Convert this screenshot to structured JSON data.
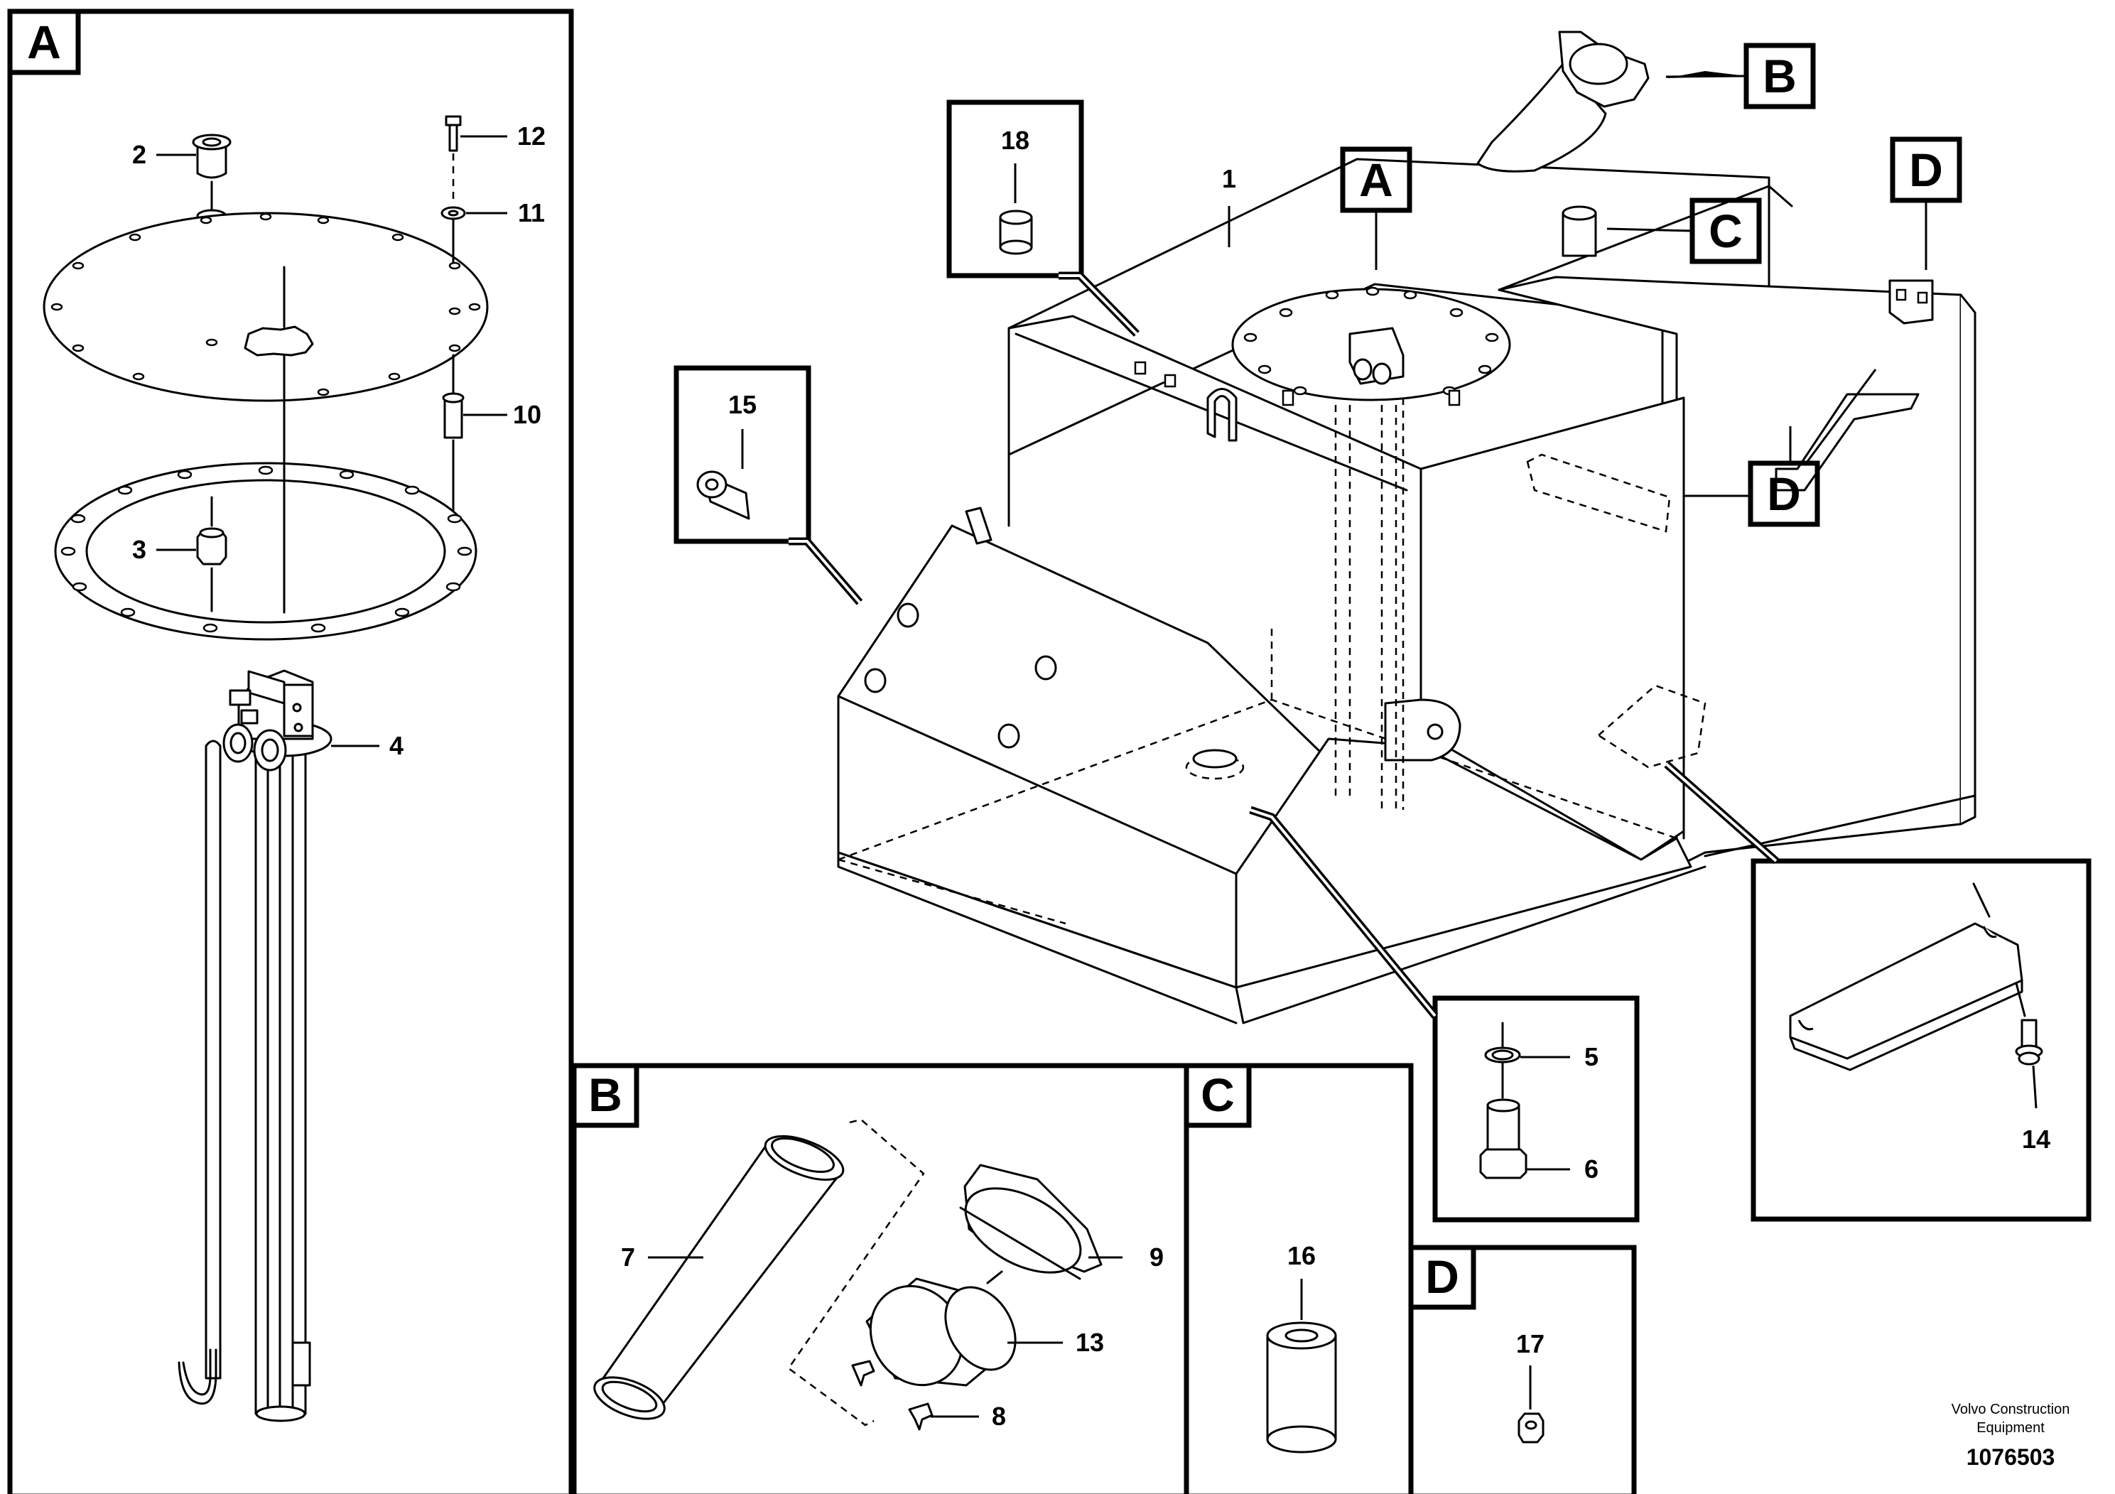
{
  "view_letters": {
    "A": "A",
    "B": "B",
    "C": "C",
    "D": "D"
  },
  "part_numbers": {
    "p1": "1",
    "p2": "2",
    "p3": "3",
    "p4": "4",
    "p5": "5",
    "p6": "6",
    "p7": "7",
    "p8": "8",
    "p9": "9",
    "p10": "10",
    "p11": "11",
    "p12": "12",
    "p13": "13",
    "p14": "14",
    "p15": "15",
    "p16": "16",
    "p17": "17",
    "p18": "18"
  },
  "credit": {
    "line1": "Volvo Construction",
    "line2": "Equipment"
  },
  "drawing_number": "1076503"
}
